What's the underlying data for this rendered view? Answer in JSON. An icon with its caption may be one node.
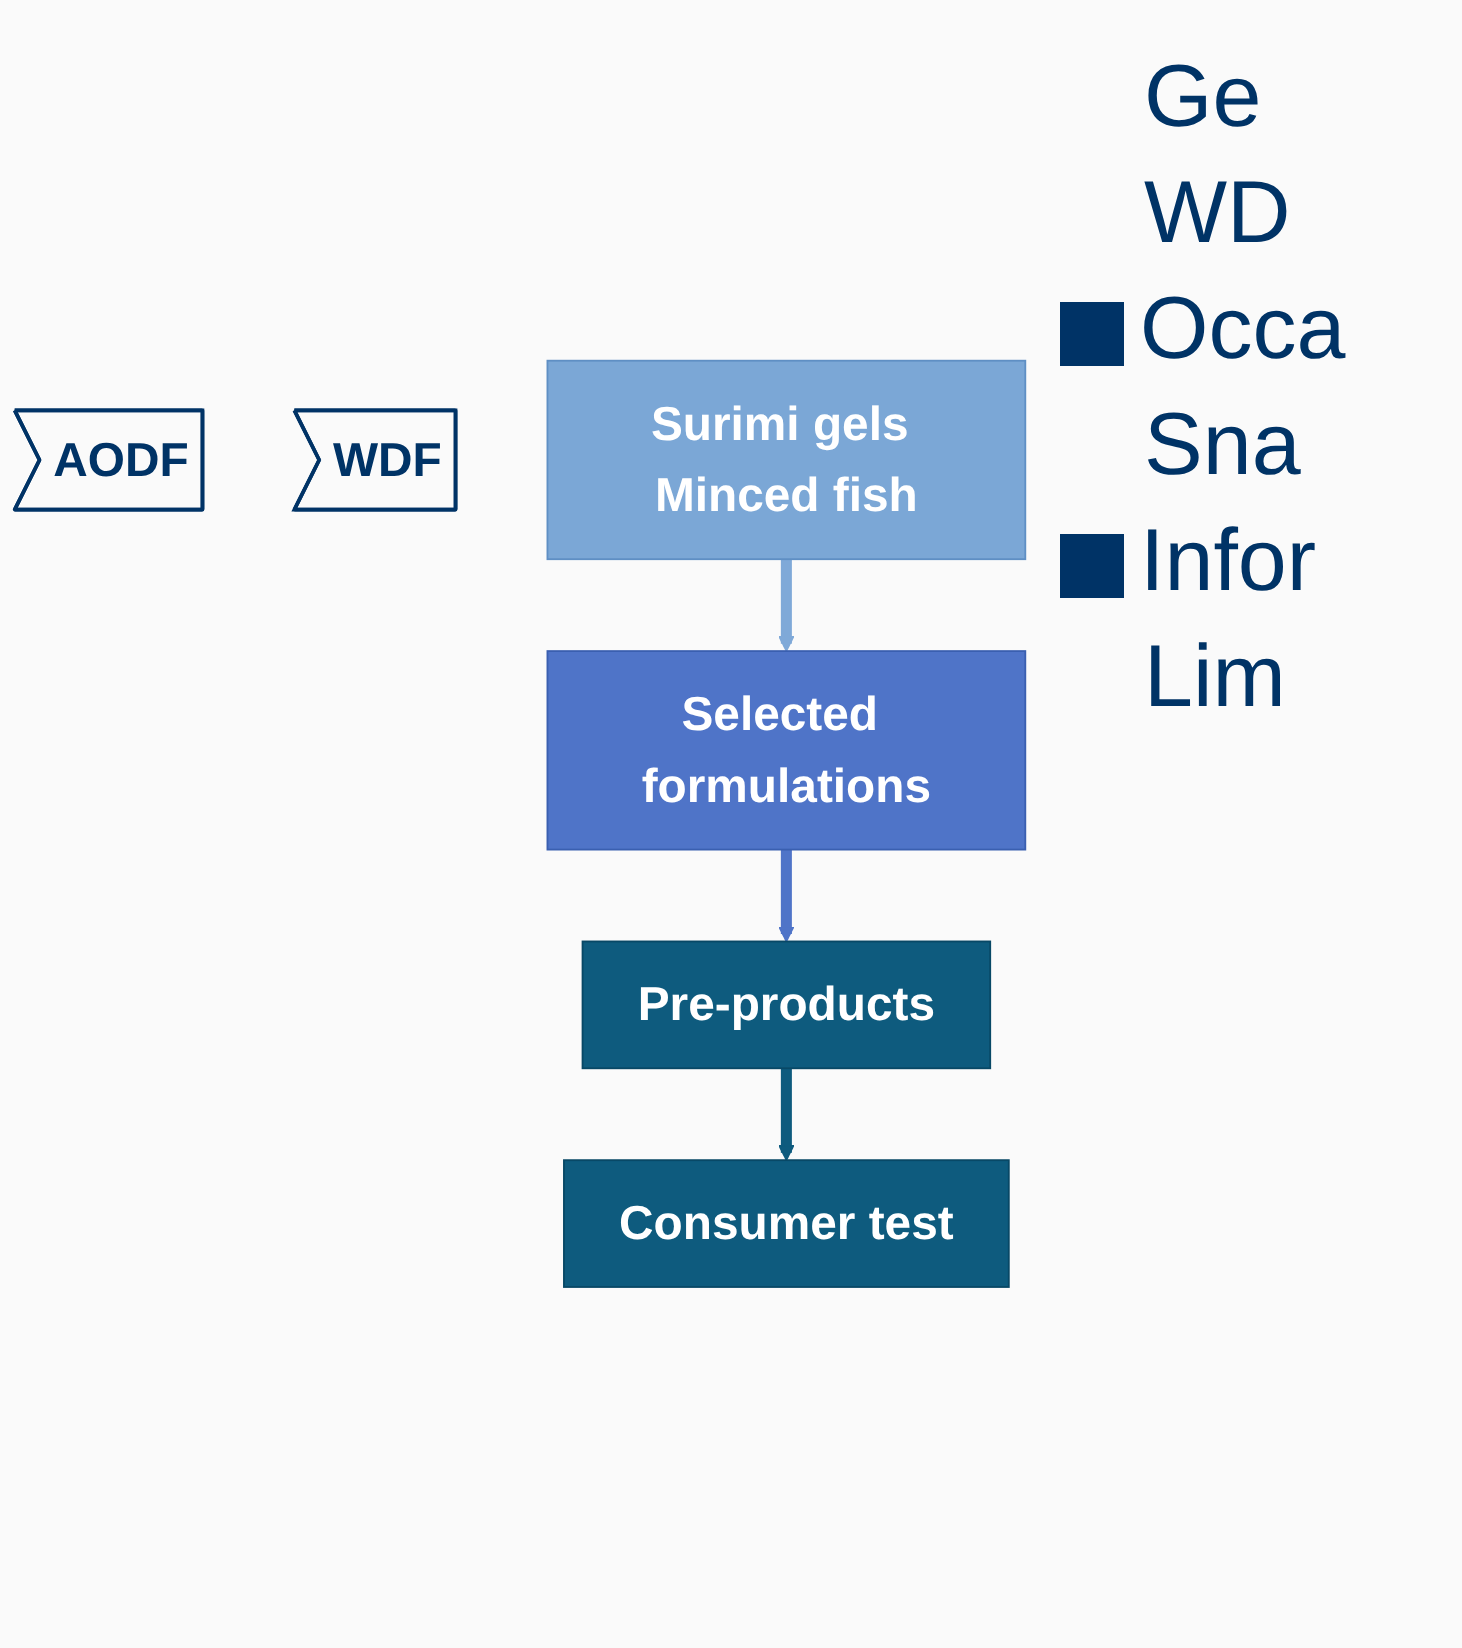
{
  "diagram": {
    "nodes": [
      {
        "text": [
          "AODF"
        ]
      },
      {
        "text": [
          "WDF"
        ]
      },
      {
        "text": [
          "Surimi gels Minced fish"
        ]
      },
      {
        "text": [
          "Selected formulations"
        ]
      },
      {
        "text": [
          "Pre-products"
        ]
      },
      {
        "text": [
          "Consumer test"
        ]
      }
    ],
    "edges": [
      {
        "from": 2,
        "to": 3,
        "arrow": "to",
        "color": "#7fa9d8"
      },
      {
        "from": 3,
        "to": 4,
        "arrow": "to",
        "color": "#4f74c8"
      },
      {
        "from": 4,
        "to": 5,
        "arrow": "to",
        "color": "#0e5b7e"
      }
    ],
    "labels": [
      "Ge",
      "WD",
      "Occa",
      "Sna",
      "Infor",
      "Lim"
    ]
  }
}
